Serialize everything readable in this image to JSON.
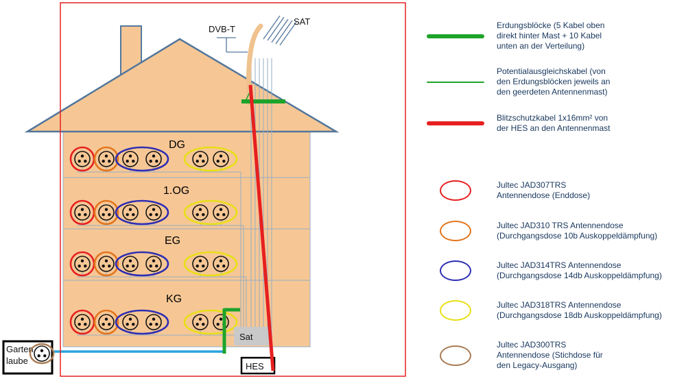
{
  "colors": {
    "house_fill": "#f6c795",
    "outline": "#53779c",
    "cable": "#96adc4",
    "red_line": "#e62020",
    "green_line": "#1ea32b",
    "blue_cable": "#29a3dd",
    "legend_text": "#17365d",
    "sat_box_fill": "#c9c9c9",
    "dose_red": "#e62020",
    "dose_orange": "#e2751d",
    "dose_blue": "#2d2db4",
    "dose_yellow": "#e8df15",
    "dose_brown": "#a87a52"
  },
  "diagram": {
    "labels": {
      "dvbt": "DVB-T",
      "sat_antenna": "SAT",
      "sat_box": "Sat",
      "hes": "HES",
      "garden_line1": "Garten",
      "garden_line2": "laube"
    },
    "mast_cable_count": 6,
    "floors": [
      {
        "label": "DG",
        "groups": [
          {
            "dose": "JAD307TRS",
            "color": "red",
            "outlets": 1
          },
          {
            "dose": "JAD310TRS",
            "color": "orange",
            "outlets": 1
          },
          {
            "dose": "JAD314TRS",
            "color": "blue",
            "outlets": 2
          },
          {
            "dose": "JAD318TRS",
            "color": "yellow",
            "outlets": 2
          }
        ]
      },
      {
        "label": "1.OG",
        "groups": [
          {
            "dose": "JAD307TRS",
            "color": "red",
            "outlets": 1
          },
          {
            "dose": "JAD310TRS",
            "color": "orange",
            "outlets": 1
          },
          {
            "dose": "JAD314TRS",
            "color": "blue",
            "outlets": 2
          },
          {
            "dose": "JAD318TRS",
            "color": "yellow",
            "outlets": 2
          }
        ]
      },
      {
        "label": "EG",
        "groups": [
          {
            "dose": "JAD307TRS",
            "color": "red",
            "outlets": 1
          },
          {
            "dose": "JAD310TRS",
            "color": "orange",
            "outlets": 1
          },
          {
            "dose": "JAD314TRS",
            "color": "blue",
            "outlets": 2
          },
          {
            "dose": "JAD318TRS",
            "color": "yellow",
            "outlets": 2
          }
        ]
      },
      {
        "label": "KG",
        "groups": [
          {
            "dose": "JAD307TRS",
            "color": "red",
            "outlets": 1
          },
          {
            "dose": "JAD310TRS",
            "color": "orange",
            "outlets": 1
          },
          {
            "dose": "JAD314TRS",
            "color": "blue",
            "outlets": 2
          },
          {
            "dose": "JAD318TRS",
            "color": "yellow",
            "outlets": 2
          }
        ]
      }
    ],
    "garden": {
      "dose": "JAD300TRS",
      "color": "brown",
      "outlets": 1
    }
  },
  "legend": {
    "items": [
      {
        "swatch": "line-thick",
        "color": "#1ea32b",
        "text": "Erdungsblöcke (5 Kabel oben\ndirekt hinter Mast + 10 Kabel\nunten an der Verteilung)"
      },
      {
        "swatch": "line-thin",
        "color": "#1ea32b",
        "text": "Potentialausgleichskabel (von\nden Erdungsblöcken jeweils an\nden geerdeten Antennenmast)"
      },
      {
        "swatch": "line-thick",
        "color": "#e62020",
        "text": "Blitzschutzkabel 1x16mm² von\nder HES an den Antennenmast"
      },
      {
        "swatch": "ellipse",
        "color": "#e62020",
        "text": "Jultec JAD307TRS\nAntennendose (Enddose)"
      },
      {
        "swatch": "ellipse",
        "color": "#e2751d",
        "text": "Jultec JAD310 TRS Antennendose\n(Durchgangsdose 10b Auskoppeldämpfung)"
      },
      {
        "swatch": "ellipse",
        "color": "#2d2db4",
        "text": "Jultec JAD314TRS Antennendose\n(Durchgangsdose 14db Auskoppeldämpfung)"
      },
      {
        "swatch": "ellipse",
        "color": "#e8df15",
        "text": "Jultec JAD318TRS Antennendose\n(Durchgangsdose 18db Auskoppeldämpfung)"
      },
      {
        "swatch": "ellipse",
        "color": "#a87a52",
        "text": "Jultec JAD300TRS\nAntennendose (Stichdose für\nden Legacy-Ausgang)"
      }
    ]
  }
}
